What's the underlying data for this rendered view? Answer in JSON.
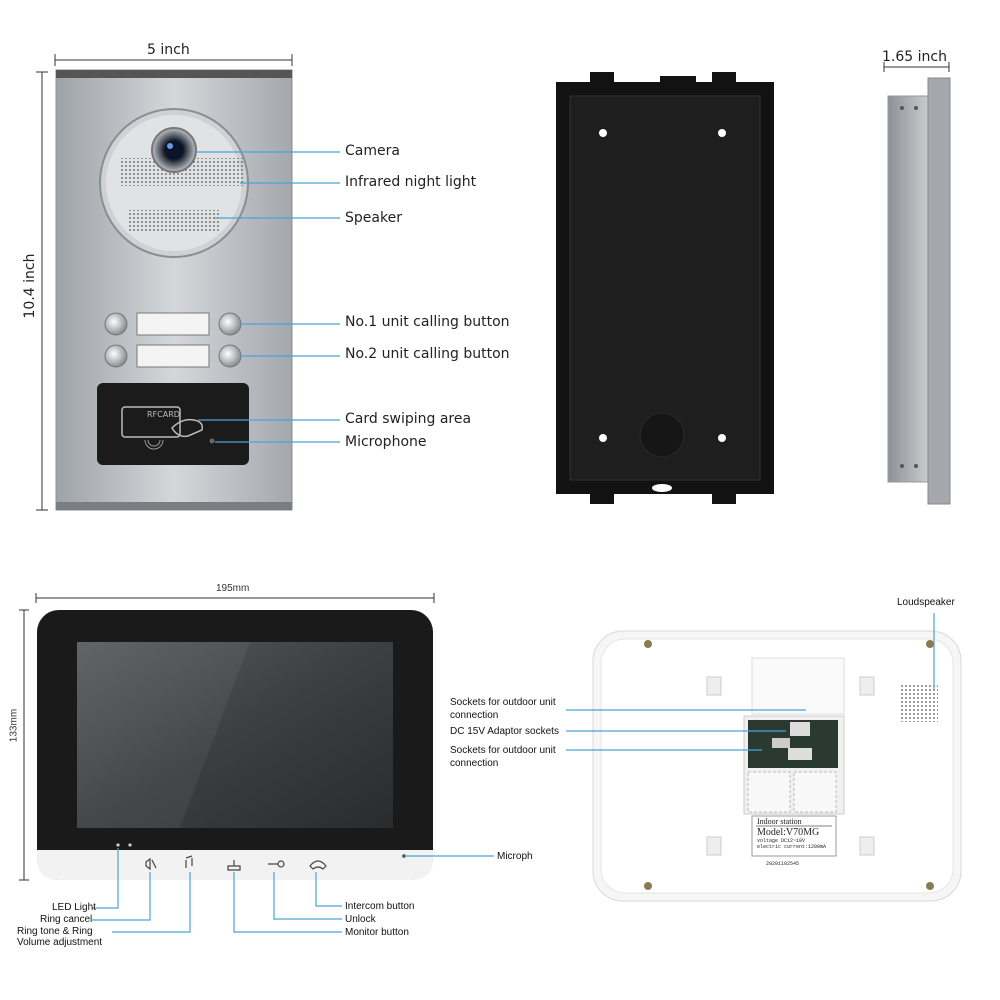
{
  "outdoor_unit": {
    "width_label": "5 inch",
    "height_label": "10.4 inch",
    "rfcard_text": "RFCARD",
    "callouts": {
      "camera": "Camera",
      "infrared": "Infrared night light",
      "speaker": "Speaker",
      "button1": "No.1 unit calling button",
      "button2": "No.2 unit calling button",
      "card_area": "Card swiping area",
      "microphone": "Microphone"
    }
  },
  "side_view": {
    "depth_label": "1.65 inch"
  },
  "indoor_front": {
    "width_label": "195mm",
    "height_label": "133mm",
    "callouts": {
      "microphone": "Microph",
      "led": "LED Light",
      "ring_cancel": "Ring cancel",
      "ring_tone": "Ring tone & Ring",
      "volume": "Volume adjustment",
      "intercom": "Intercom button",
      "unlock": "Unlock",
      "monitor": "Monitor button"
    }
  },
  "indoor_back": {
    "callouts": {
      "loudspeaker": "Loudspeaker",
      "sockets1_line1": "Sockets for outdoor unit",
      "sockets1_line2": "connection",
      "dc": "DC 15V Adaptor sockets",
      "sockets2_line1": "Sockets for outdoor unit",
      "sockets2_line2": "connection"
    },
    "plate_title": "Indoor station",
    "plate_model": "Model:V70MG",
    "plate_line1": "voltage DC12~18V",
    "plate_line2": "electric current:1200mA",
    "plate_serial": "20201102545"
  },
  "colors": {
    "callout_line": "#4aa3d8",
    "panel_silver": "#b8bcc0",
    "bezel_black": "#1a1a1a"
  }
}
